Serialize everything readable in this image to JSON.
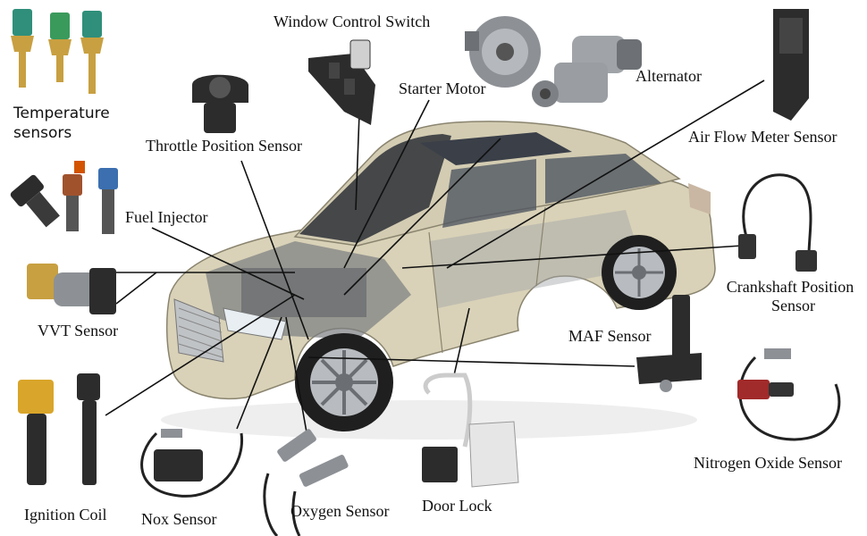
{
  "labels": {
    "temperature_sensors": [
      "Temperature",
      "sensors"
    ],
    "window_control_switch": "Window Control Switch",
    "starter_motor": "Starter Motor",
    "alternator": "Alternator",
    "throttle_position_sensor": "Throttle Position Sensor",
    "air_flow_meter_sensor": "Air Flow Meter Sensor",
    "fuel_injector": "Fuel Injector",
    "crankshaft_position_sensor": [
      "Crankshaft Position",
      "Sensor"
    ],
    "vvt_sensor": "VVT Sensor",
    "maf_sensor": "MAF Sensor",
    "nitrogen_oxide_sensor": "Nitrogen Oxide Sensor",
    "ignition_coil": "Ignition Coil",
    "nox_sensor": "Nox Sensor",
    "oxygen_sensor": "Oxygen Sensor",
    "door_lock": "Door Lock"
  },
  "colors": {
    "car_body": "#d9d2b8",
    "car_shadow": "#a39c84",
    "glass": "#2b2f36",
    "leader_line": "#111111",
    "part_metal": "#8d9196",
    "part_dark": "#2c2c2c",
    "sensor_teal": "#2f8f7a",
    "brass": "#c8a041",
    "coil_yellow": "#d9a52a"
  }
}
